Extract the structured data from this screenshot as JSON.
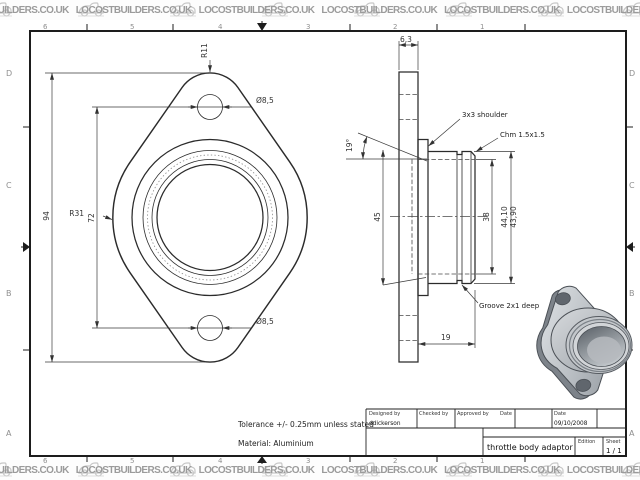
{
  "banner": {
    "text": "LOCOSTBUILDERS.CO.UK"
  },
  "frame": {
    "col_labels": [
      "6",
      "5",
      "4",
      "3",
      "2",
      "1"
    ],
    "row_labels": [
      "D",
      "C",
      "B",
      "A"
    ]
  },
  "front_view": {
    "height": "94",
    "hole_spacing": "72",
    "corner_radius": "R11",
    "side_radius": "R31",
    "hole_dia_top": "Ø8,5",
    "hole_dia_bottom": "Ø8,5"
  },
  "side_view": {
    "plate_thickness": "6,3",
    "taper_angle": "19°",
    "counterbore": "45",
    "bore": "38",
    "od_max": "44,10",
    "od_min": "43,90",
    "length": "19",
    "shoulder_note": "3x3 shoulder",
    "chamfer_note": "Chm 1.5x1.5",
    "groove_note": "Groove 2x1 deep"
  },
  "notes": {
    "tolerance": "Tolerance +/- 0.25mm unless stated",
    "material": "Material: Aluminium"
  },
  "title_block": {
    "designed_by_label": "Designed by",
    "designed_by": "ddickerson",
    "checked_by_label": "Checked by",
    "approved_by_label": "Approved by",
    "date_label_1": "Date",
    "date_label_2": "Date",
    "date": "09/10/2008",
    "title": "throttle body adaptor",
    "edition_label": "Edition",
    "sheet_label": "Sheet",
    "sheet": "1 / 1"
  }
}
